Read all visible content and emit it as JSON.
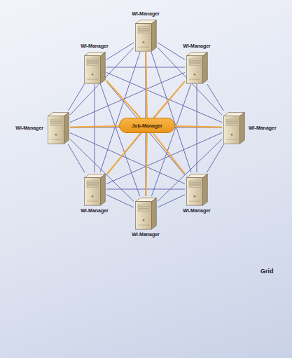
{
  "diagram": {
    "nodes": [
      {
        "text": [
          "WI-Manager"
        ]
      },
      {
        "text": [
          "WI-Manager"
        ]
      },
      {
        "text": [
          "WI-Manager"
        ]
      },
      {
        "text": [
          "WI-Manager"
        ]
      },
      {
        "text": [
          "Job-Manager"
        ]
      },
      {
        "text": [
          "WI-Manager"
        ]
      },
      {
        "text": [
          "WI-Manager"
        ]
      },
      {
        "text": [
          "WI-Manager"
        ]
      },
      {
        "text": [
          "WI-Manager"
        ]
      }
    ],
    "edges": [
      {
        "from": 0,
        "to": 1,
        "arrow": "none"
      },
      {
        "from": 0,
        "to": 2,
        "arrow": "none"
      },
      {
        "from": 0,
        "to": 3,
        "arrow": "none"
      },
      {
        "from": 0,
        "to": 5,
        "arrow": "none"
      },
      {
        "from": 0,
        "to": 6,
        "arrow": "none"
      },
      {
        "from": 0,
        "to": 7,
        "arrow": "none"
      },
      {
        "from": 0,
        "to": 8,
        "arrow": "none"
      },
      {
        "from": 1,
        "to": 2,
        "arrow": "none"
      },
      {
        "from": 1,
        "to": 3,
        "arrow": "none"
      },
      {
        "from": 1,
        "to": 5,
        "arrow": "none"
      },
      {
        "from": 1,
        "to": 6,
        "arrow": "none"
      },
      {
        "from": 1,
        "to": 7,
        "arrow": "none"
      },
      {
        "from": 1,
        "to": 8,
        "arrow": "none"
      },
      {
        "from": 2,
        "to": 3,
        "arrow": "none"
      },
      {
        "from": 2,
        "to": 5,
        "arrow": "none"
      },
      {
        "from": 2,
        "to": 6,
        "arrow": "none"
      },
      {
        "from": 2,
        "to": 7,
        "arrow": "none"
      },
      {
        "from": 2,
        "to": 8,
        "arrow": "none"
      },
      {
        "from": 3,
        "to": 5,
        "arrow": "none"
      },
      {
        "from": 3,
        "to": 6,
        "arrow": "none"
      },
      {
        "from": 3,
        "to": 7,
        "arrow": "none"
      },
      {
        "from": 3,
        "to": 8,
        "arrow": "none"
      },
      {
        "from": 5,
        "to": 6,
        "arrow": "none"
      },
      {
        "from": 5,
        "to": 7,
        "arrow": "none"
      },
      {
        "from": 5,
        "to": 8,
        "arrow": "none"
      },
      {
        "from": 6,
        "to": 7,
        "arrow": "none"
      },
      {
        "from": 6,
        "to": 8,
        "arrow": "none"
      },
      {
        "from": 7,
        "to": 8,
        "arrow": "none"
      },
      {
        "from": 4,
        "to": 0,
        "arrow": "none"
      },
      {
        "from": 4,
        "to": 1,
        "arrow": "none"
      },
      {
        "from": 4,
        "to": 2,
        "arrow": "none"
      },
      {
        "from": 4,
        "to": 3,
        "arrow": "none"
      },
      {
        "from": 4,
        "to": 5,
        "arrow": "none"
      },
      {
        "from": 4,
        "to": 6,
        "arrow": "none"
      },
      {
        "from": 4,
        "to": 7,
        "arrow": "none"
      },
      {
        "from": 4,
        "to": 8,
        "arrow": "none"
      }
    ],
    "labels": [
      "Grid"
    ]
  }
}
